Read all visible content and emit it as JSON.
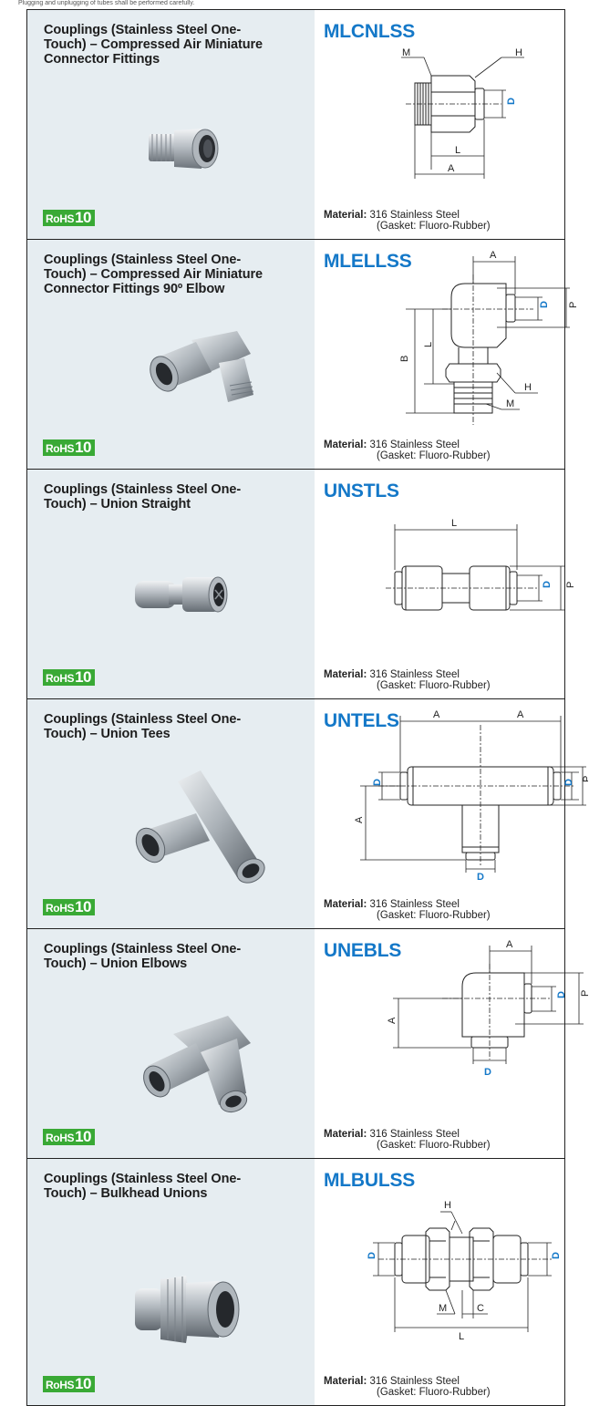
{
  "header_note": "Plugging and unplugging of tubes shall be performed carefully.",
  "products": [
    {
      "title": "Couplings (Stainless Steel One-Touch) – Compressed Air Miniature Connector Fittings",
      "code": "MLCNLSS",
      "rohs_prefix": "RoHS",
      "rohs_num": "10",
      "material_label": "Material:",
      "material_value": "316 Stainless Steel",
      "material_note": "(Gasket: Fluoro-Rubber)",
      "dims": {
        "M": "M",
        "H": "H",
        "D": "D",
        "L": "L",
        "A": "A"
      }
    },
    {
      "title": "Couplings (Stainless Steel One-Touch) – Compressed Air Miniature Connector Fittings 90º Elbow",
      "code": "MLELLSS",
      "rohs_prefix": "RoHS",
      "rohs_num": "10",
      "material_label": "Material:",
      "material_value": "316 Stainless Steel",
      "material_note": "(Gasket: Fluoro-Rubber)",
      "dims": {
        "A": "A",
        "D": "D",
        "P": "P",
        "B": "B",
        "L": "L",
        "H": "H",
        "M": "M"
      }
    },
    {
      "title": "Couplings (Stainless Steel One-Touch) – Union Straight",
      "code": "UNSTLS",
      "rohs_prefix": "RoHS",
      "rohs_num": "10",
      "material_label": "Material:",
      "material_value": "316 Stainless Steel",
      "material_note": "(Gasket: Fluoro-Rubber)",
      "dims": {
        "L": "L",
        "D": "D",
        "P": "P"
      }
    },
    {
      "title": "Couplings (Stainless Steel One-Touch) – Union Tees",
      "code": "UNTELS",
      "rohs_prefix": "RoHS",
      "rohs_num": "10",
      "material_label": "Material:",
      "material_value": "316 Stainless Steel",
      "material_note": "(Gasket: Fluoro-Rubber)",
      "dims": {
        "A": "A",
        "D": "D",
        "P": "P"
      }
    },
    {
      "title": "Couplings (Stainless Steel One-Touch) – Union Elbows",
      "code": "UNEBLS",
      "rohs_prefix": "RoHS",
      "rohs_num": "10",
      "material_label": "Material:",
      "material_value": "316 Stainless Steel",
      "material_note": "(Gasket: Fluoro-Rubber)",
      "dims": {
        "A": "A",
        "D": "D",
        "P": "P"
      }
    },
    {
      "title": "Couplings (Stainless Steel One-Touch) – Bulkhead Unions",
      "code": "MLBULSS",
      "rohs_prefix": "RoHS",
      "rohs_num": "10",
      "material_label": "Material:",
      "material_value": "316 Stainless Steel",
      "material_note": "(Gasket: Fluoro-Rubber)",
      "dims": {
        "H": "H",
        "D": "D",
        "M": "M",
        "C": "C",
        "L": "L"
      }
    }
  ],
  "colors": {
    "accent": "#1478c8",
    "rohs": "#39a935",
    "panel": "#e6edf1"
  }
}
